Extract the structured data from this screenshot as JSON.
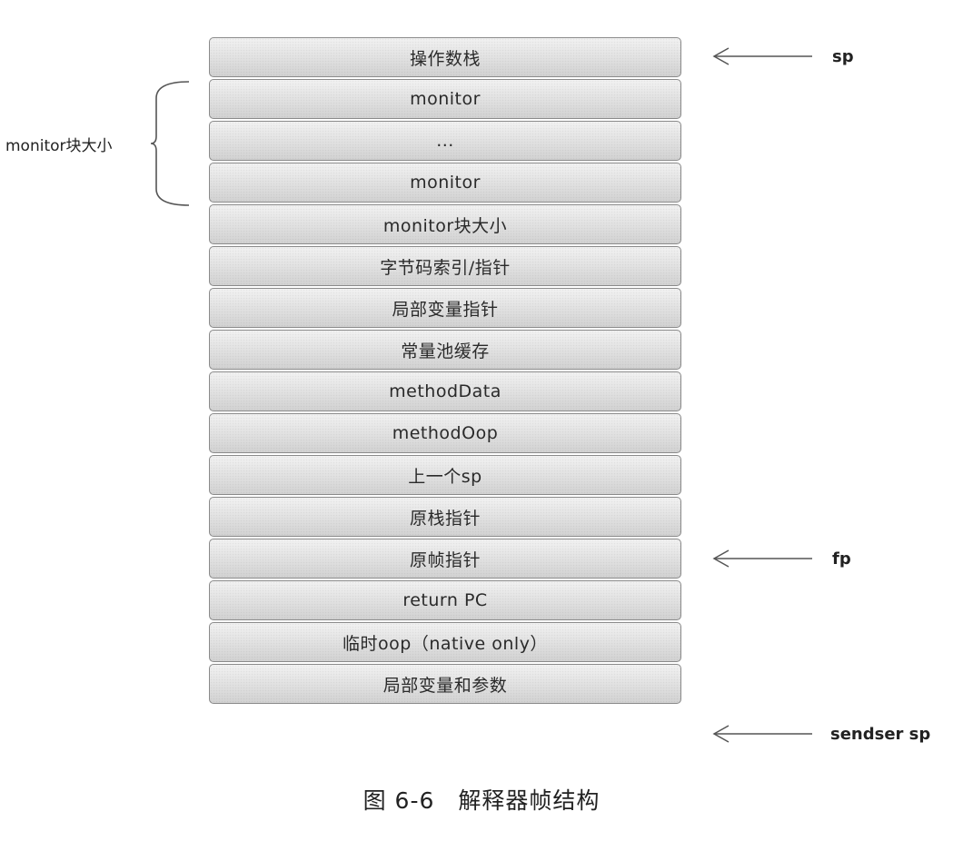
{
  "stack_slots": [
    "操作数栈",
    "monitor",
    "...",
    "monitor",
    "monitor块大小",
    "字节码索引/指针",
    "局部变量指针",
    "常量池缓存",
    "methodData",
    "methodOop",
    "上一个sp",
    "原栈指针",
    "原帧指针",
    "return PC",
    "临时oop（native only）",
    "局部变量和参数"
  ],
  "pointers": {
    "sp": "sp",
    "fp": "fp",
    "sender_sp": "sendser sp"
  },
  "brace_label": "monitor块大小",
  "caption": "图 6-6　解释器帧结构",
  "colors": {
    "slot_border": "#8a8a8a",
    "slot_fill_top": "#f2f2f2",
    "slot_fill_bottom": "#d2d2d2",
    "arrow": "#555555",
    "text": "#222222"
  }
}
